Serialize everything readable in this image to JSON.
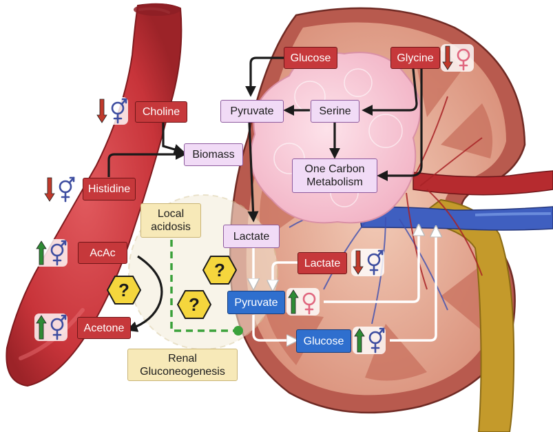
{
  "colors": {
    "vessel": "#c8343a",
    "kidney_outer": "#b85a4e",
    "tumor": "#f7c9d6",
    "cortex": "#e9b6a0",
    "ureter": "#c49a2b",
    "vein": "#3f5fc0",
    "node_red": "#c6383b",
    "node_lilac": "#f1dbf6",
    "node_blue": "#2f6fce",
    "note_tan": "#f7e9b8",
    "up_arrow": "#2e8b35",
    "down_arrow": "#c0392b",
    "male_female_symbol": "#3d4da0",
    "female_symbol": "#e0677f",
    "question_hex": "#f5d63d",
    "dashed_path": "#3aa13a"
  },
  "nodes": {
    "glucose_top": "Glucose",
    "glycine": "Glycine",
    "choline": "Choline",
    "pyruvate_top": "Pyruvate",
    "serine": "Serine",
    "biomass": "Biomass",
    "one_carbon": "One Carbon\nMetabolism",
    "histidine": "Histidine",
    "local_acidosis": "Local\nacidosis",
    "lactate_mid": "Lactate",
    "acac": "AcAc",
    "lactate_right": "Lactate",
    "pyruvate_blue": "Pyruvate",
    "acetone": "Acetone",
    "glucose_blue": "Glucose",
    "renal_gng": "Renal\nGluconeogenesis"
  },
  "question_glyph": "?",
  "indicators": {
    "glycine": {
      "direction": "down",
      "sex": "female-icon"
    },
    "choline": {
      "direction": "down",
      "sex": "male-female-icon"
    },
    "histidine": {
      "direction": "down",
      "sex": "male-female-icon"
    },
    "acac": {
      "direction": "up",
      "sex": "male-female-icon"
    },
    "acetone": {
      "direction": "up",
      "sex": "male-female-icon"
    },
    "lactate_right": {
      "direction": "down",
      "sex": "male-female-icon"
    },
    "pyruvate_blue": {
      "direction": "up",
      "sex": "female-icon"
    },
    "glucose_blue": {
      "direction": "up",
      "sex": "male-female-icon"
    }
  }
}
